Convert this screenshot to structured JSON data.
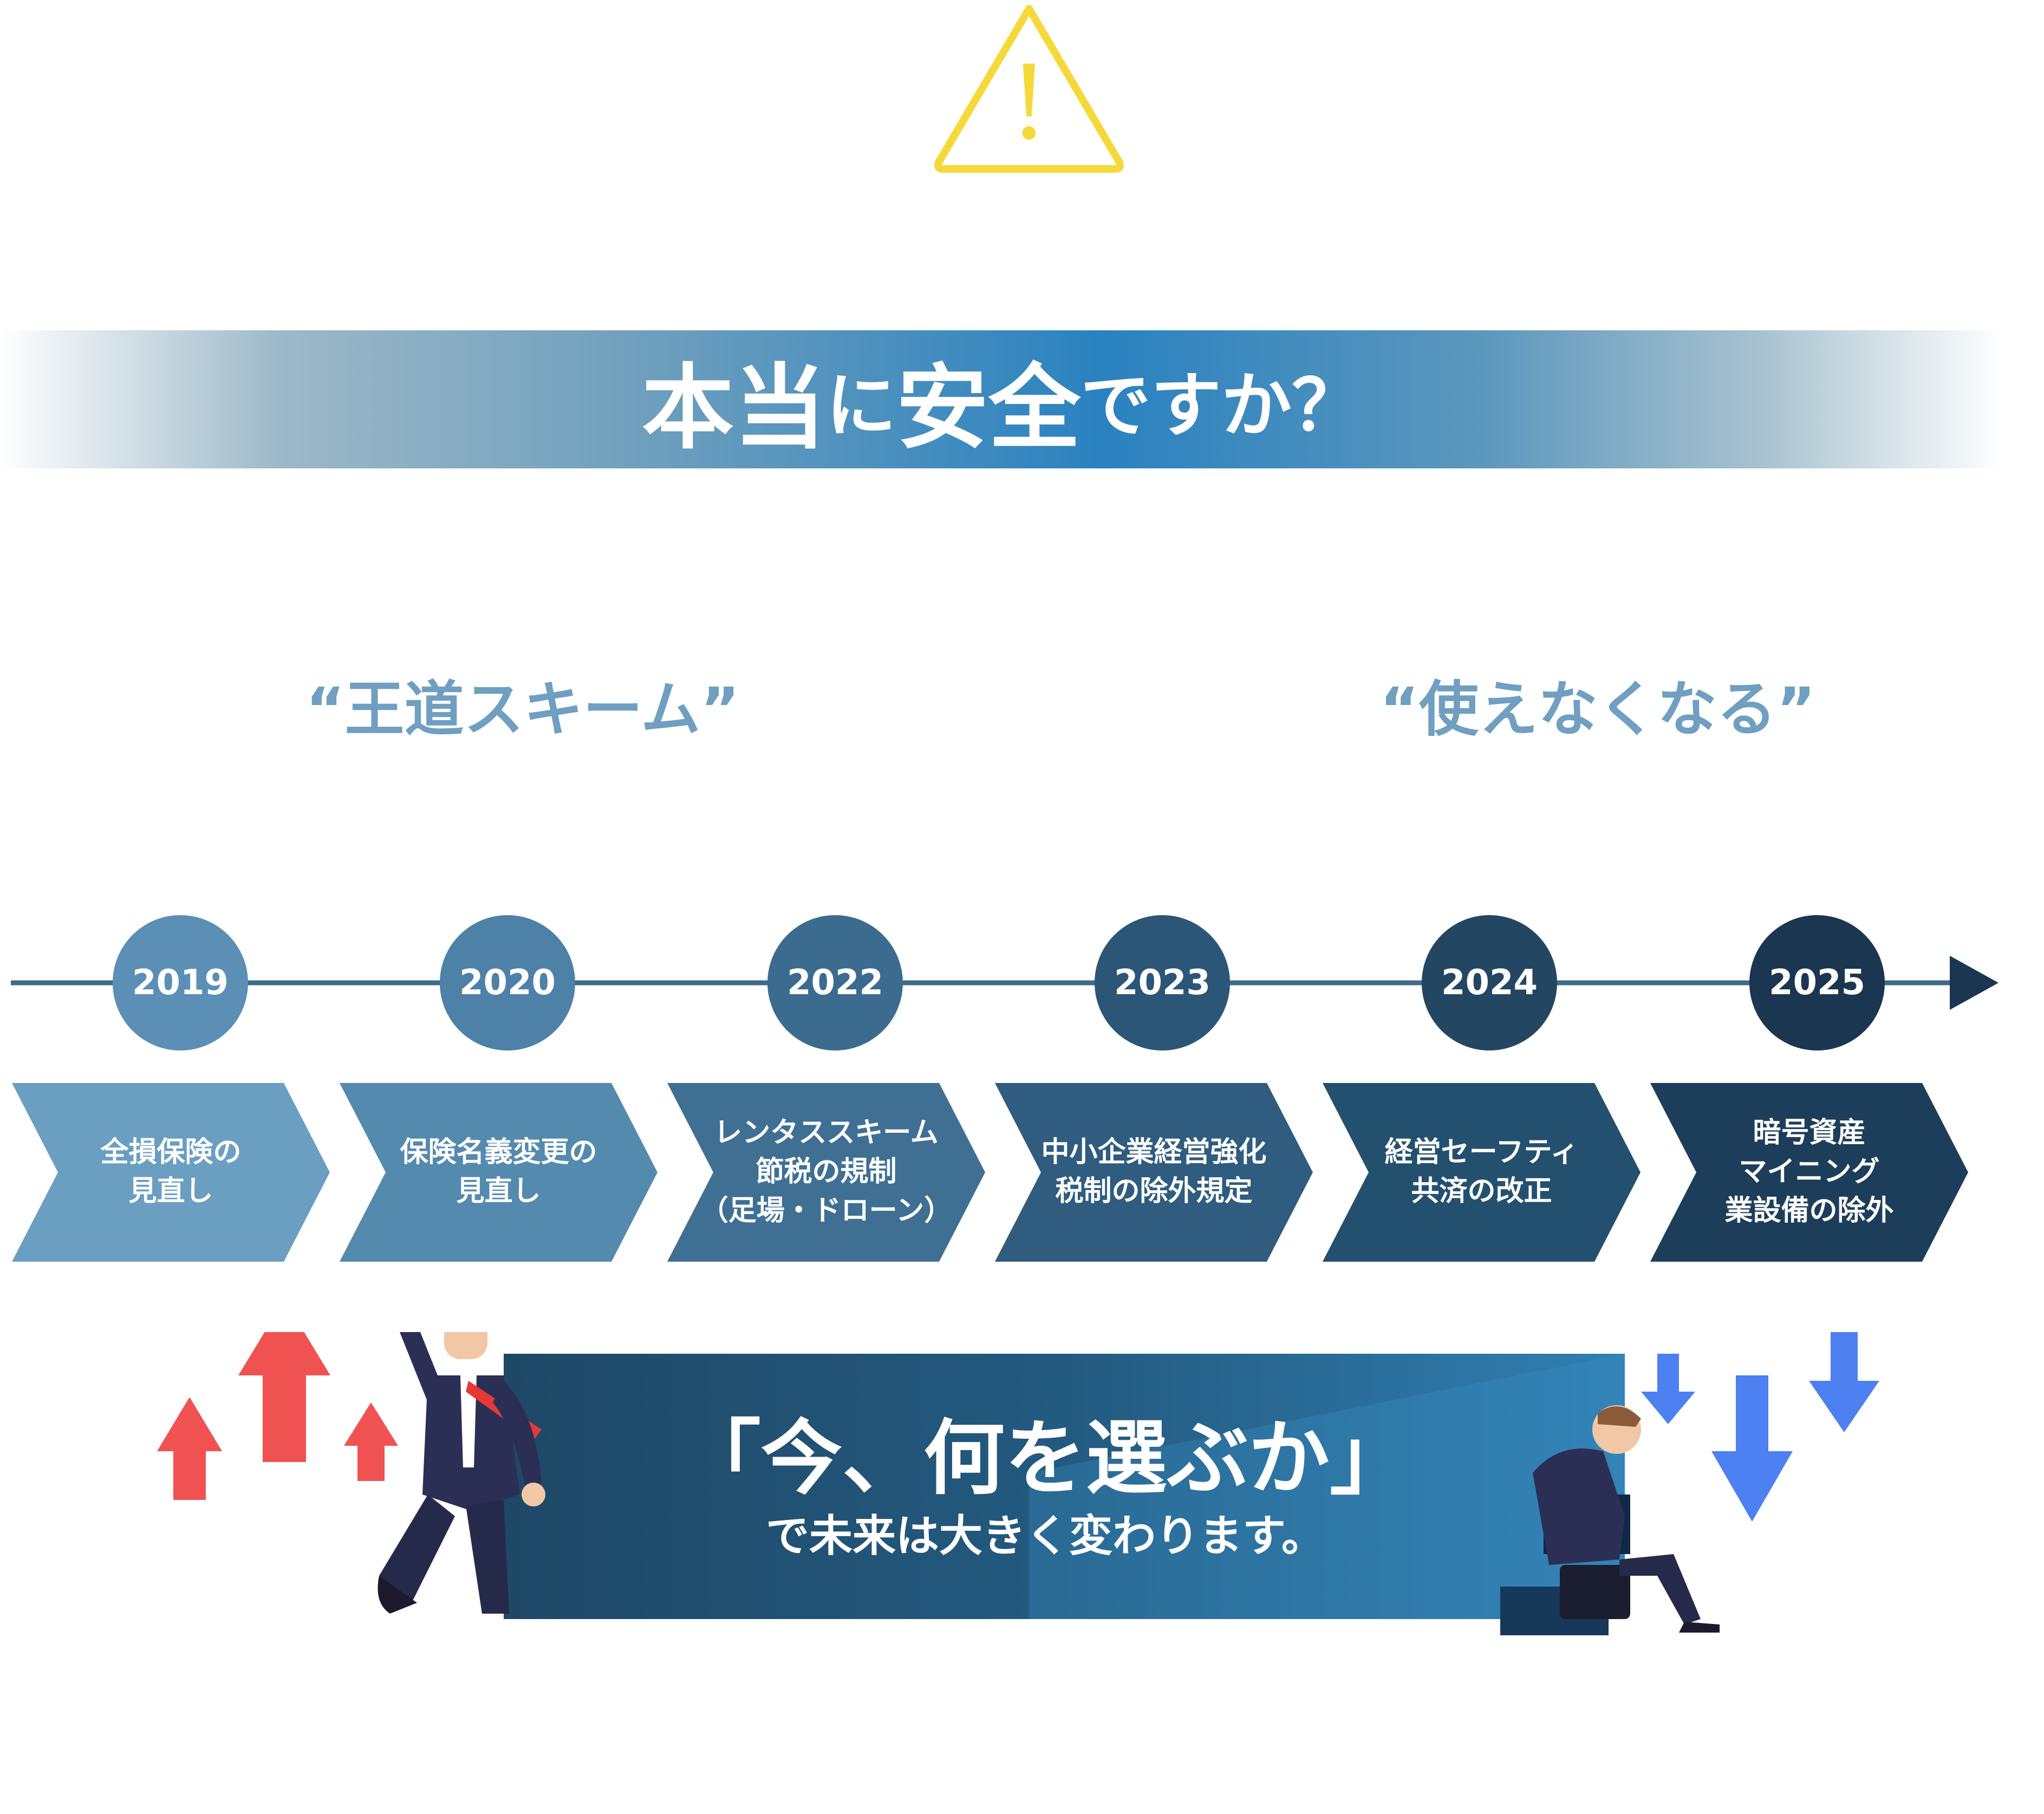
{
  "warning": {
    "icon": "warning-triangle-icon",
    "symbol": "!",
    "color": "#f5d93a"
  },
  "banner": {
    "title_parts": [
      {
        "text": "本当",
        "size": "big"
      },
      {
        "text": "に",
        "size": "small"
      },
      {
        "text": "安全",
        "size": "big"
      },
      {
        "text": "ですか？",
        "size": "small"
      }
    ]
  },
  "quotes": {
    "left": "“王道スキーム”",
    "right": "“使えなくなる”"
  },
  "timeline": {
    "steps": [
      {
        "year": "2019",
        "lines": [
          "全損保険の",
          "見直し"
        ],
        "circle_color": "#5b8fb5",
        "chevron_color": "#6a9fc2"
      },
      {
        "year": "2020",
        "lines": [
          "保険名義変更の",
          "見直し"
        ],
        "circle_color": "#4d81a8",
        "chevron_color": "#558aaf"
      },
      {
        "year": "2022",
        "lines": [
          "レンタススキーム",
          "節税の規制",
          "（足場・ドローン）"
        ],
        "circle_color": "#3b6c8f",
        "chevron_color": "#3f7094"
      },
      {
        "year": "2023",
        "lines": [
          "中小企業経営強化",
          "税制の除外規定"
        ],
        "circle_color": "#2c5677",
        "chevron_color": "#2f5c7f"
      },
      {
        "year": "2024",
        "lines": [
          "経営セーフティ",
          "共済の改正"
        ],
        "circle_color": "#234763",
        "chevron_color": "#24506f"
      },
      {
        "year": "2025",
        "lines": [
          "暗号資産",
          "マイニング",
          "業設備の除外"
        ],
        "circle_color": "#1b3650",
        "chevron_color": "#1c3e5a"
      }
    ],
    "line_color": "#3d6b8c"
  },
  "message": {
    "main": "「今、何を選ぶか」",
    "sub": "で未来は大きく変わります。"
  },
  "colors": {
    "up_arrow": "#f05252",
    "down_arrow": "#4d80f0",
    "message_dark": "#1f4866",
    "message_light": "#3080b4"
  }
}
